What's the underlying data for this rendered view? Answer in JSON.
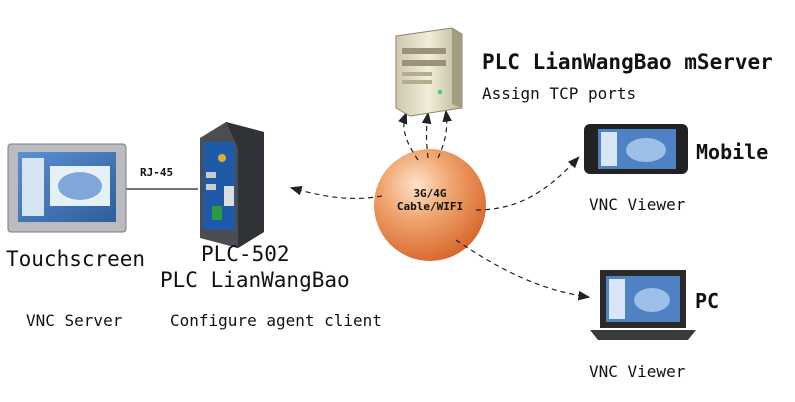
{
  "server": {
    "title": "PLC LianWangBao mServer",
    "subtitle": "Assign TCP ports",
    "icon": "server-icon"
  },
  "touchscreen": {
    "title": "Touchscreen",
    "role": "VNC Server",
    "port_label": "RJ-45",
    "icon": "touchscreen-icon"
  },
  "plc": {
    "model": "PLC-502",
    "name": "PLC LianWangBao",
    "role": "Configure agent client",
    "icon": "plc-device-icon"
  },
  "network": {
    "line1": "3G/4G",
    "line2": "Cable/WIFI",
    "color": "#e8844c",
    "icon": "network-globe-icon"
  },
  "mobile": {
    "title": "Mobile",
    "role": "VNC Viewer",
    "icon": "mobile-phone-icon"
  },
  "pc": {
    "title": "PC",
    "role": "VNC Viewer",
    "icon": "laptop-icon"
  }
}
